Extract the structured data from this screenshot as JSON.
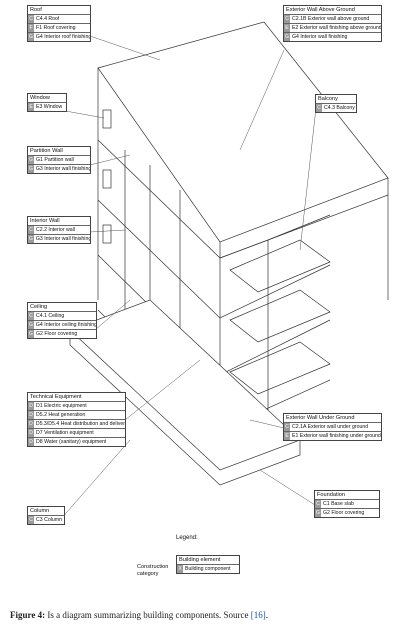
{
  "groups": {
    "roof": {
      "title": "Roof",
      "items": [
        {
          "code": "C",
          "text": "C4.4 Roof"
        },
        {
          "code": "F",
          "text": "F1 Roof covering"
        },
        {
          "code": "G",
          "text": "G4 Interior roof finishing"
        }
      ]
    },
    "window": {
      "title": "Window",
      "items": [
        {
          "code": "E",
          "text": "E3 Window"
        }
      ]
    },
    "partition": {
      "title": "Partition Wall",
      "items": [
        {
          "code": "G",
          "text": "G1 Partition wall"
        },
        {
          "code": "G",
          "text": "G3 Interior wall finishing"
        }
      ]
    },
    "interior": {
      "title": "Interior Wall",
      "items": [
        {
          "code": "C",
          "text": "C2.2 Interior wall"
        },
        {
          "code": "G",
          "text": "G3 Interior wall finishing"
        }
      ]
    },
    "ceiling": {
      "title": "Ceiling",
      "items": [
        {
          "code": "C",
          "text": "C4.1 Ceiling"
        },
        {
          "code": "G",
          "text": "G4 Interior ceiling finishing"
        },
        {
          "code": "G",
          "text": "G2 Floor covering"
        }
      ]
    },
    "technical": {
      "title": "Technical Equipment",
      "items": [
        {
          "code": "D",
          "text": "D1 Electric equipment"
        },
        {
          "code": "D",
          "text": "D5.2 Heat generation"
        },
        {
          "code": "D",
          "text": "D5.3/D5.4 Heat distribution and delivery"
        },
        {
          "code": "D",
          "text": "D7 Ventilation equipment"
        },
        {
          "code": "D",
          "text": "D8 Water (sanitary) equipment"
        }
      ]
    },
    "column": {
      "title": "Column",
      "items": [
        {
          "code": "C",
          "text": "C3 Column"
        }
      ]
    },
    "ext_above": {
      "title": "Exterior Wall Above Ground",
      "items": [
        {
          "code": "C",
          "text": "C2.1B Exterior wall above ground"
        },
        {
          "code": "E",
          "text": "E2 Exterior wall finishing above ground"
        },
        {
          "code": "G",
          "text": "G4 Interior wall finishing"
        }
      ]
    },
    "balcony": {
      "title": "Balcony",
      "items": [
        {
          "code": "C",
          "text": "C4.3 Balcony"
        }
      ]
    },
    "ext_under": {
      "title": "Exterior Wall Under Ground",
      "items": [
        {
          "code": "C",
          "text": "C2.1A Exterior wall under ground"
        },
        {
          "code": "E",
          "text": "E1 Exterior wall finishing under ground"
        }
      ]
    },
    "foundation": {
      "title": "Foundation",
      "items": [
        {
          "code": "C",
          "text": "C1 Base slab"
        },
        {
          "code": "G",
          "text": "G2 Floor covering"
        }
      ]
    }
  },
  "legend": {
    "title": "Legend:",
    "side_label": "Construction category",
    "element_label": "Building element",
    "component_code": "X",
    "component_label": "Building component"
  },
  "caption": {
    "prefix": "Figure 4:",
    "text": " Is a diagram summarizing building components. Source ",
    "source": "[16]",
    "suffix": "."
  }
}
